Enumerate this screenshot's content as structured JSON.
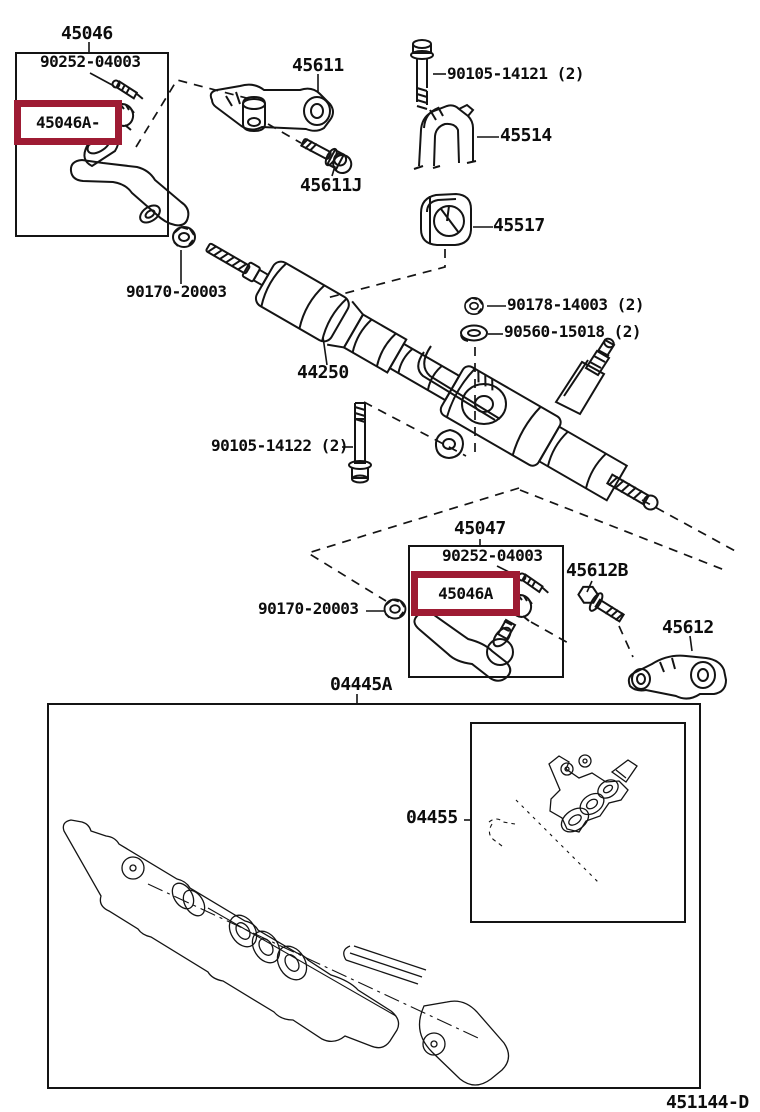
{
  "diagram": {
    "code": "451144-D",
    "highlight_color": "#9E1B33",
    "highlight_border_style": "border-color:#9E1B33",
    "labels": {
      "group_right_tie_rod": "45046",
      "rh_grease_fitting": "90252-04003",
      "rh_tie_rod_end": "45046A-",
      "relay_rod": "45611",
      "relay_rod_bolt": "45611J",
      "housing_clamp_bolt": "90105-14121 (2)",
      "housing_clamp": "45514",
      "housing_grommet": "45517",
      "rh_lock_nut": "90170-20003",
      "steering_gear_assy": "44250",
      "mounting_nut": "90178-14003 (2)",
      "mounting_washer": "90560-15018 (2)",
      "mounting_bolt": "90105-14122 (2)",
      "group_left_tie_rod": "45047",
      "lh_grease_fitting": "90252-04003",
      "lh_tie_rod_end": "45046A",
      "lh_lock_nut": "90170-20003",
      "knuckle_arm_bolt": "45612B",
      "knuckle_arm": "45612",
      "gasket_kit": "04445A",
      "valve_body_kit": "04455"
    }
  }
}
